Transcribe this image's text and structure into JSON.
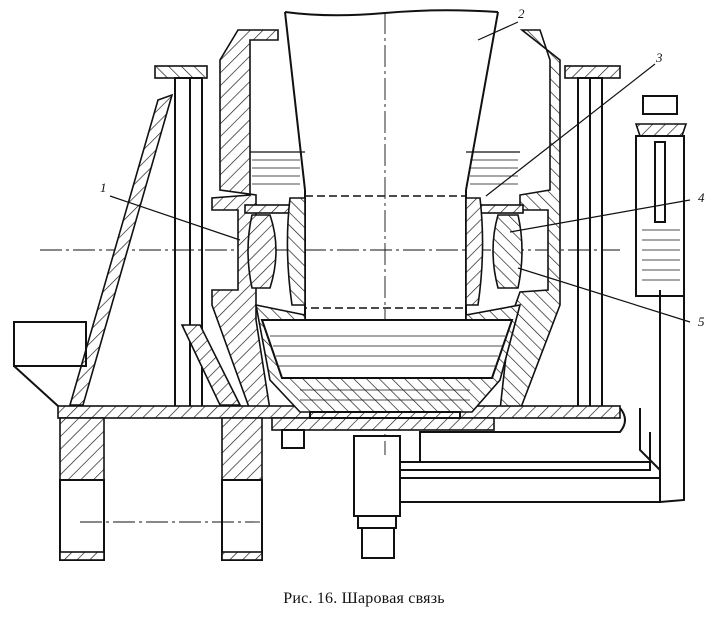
{
  "figure": {
    "caption": "Рис. 16. Шаровая связь",
    "callouts": {
      "c1": "1",
      "c2": "2",
      "c3": "3",
      "c4": "4",
      "c5": "5"
    }
  }
}
